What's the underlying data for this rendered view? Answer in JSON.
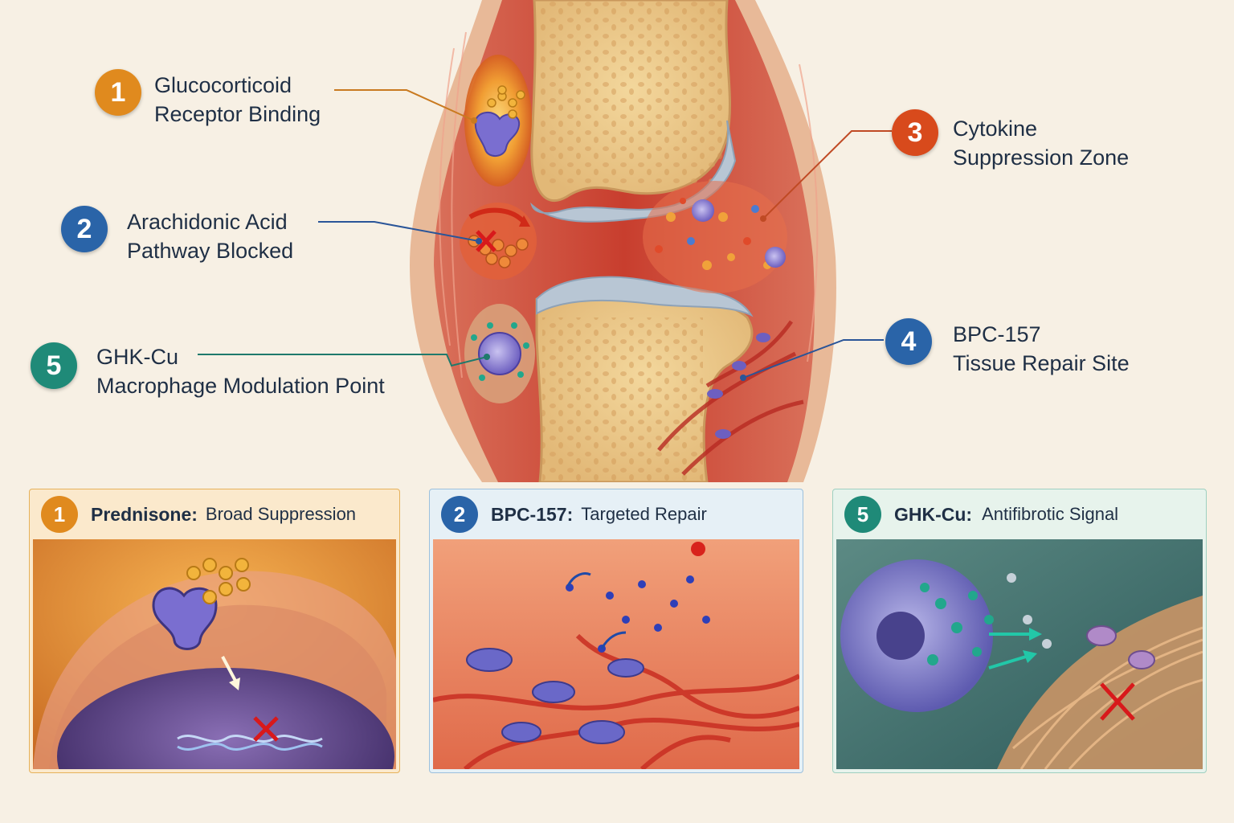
{
  "colors": {
    "orange": "#e08a1e",
    "blue": "#2a64a8",
    "red": "#d84a1c",
    "teal": "#1f8a78",
    "text": "#1f2f45",
    "background": "#f7f0e4"
  },
  "callouts": [
    {
      "number": "1",
      "line1": "Glucocorticoid",
      "line2": "Receptor Binding"
    },
    {
      "number": "2",
      "line1": "Arachidonic Acid",
      "line2": "Pathway Blocked"
    },
    {
      "number": "5",
      "line1": "GHK-Cu",
      "line2": "Macrophage Modulation Point"
    },
    {
      "number": "3",
      "line1": "Cytokine",
      "line2": "Suppression Zone"
    },
    {
      "number": "4",
      "line1": "BPC-157",
      "line2": "Tissue Repair Site"
    }
  ],
  "panels": [
    {
      "number": "1",
      "name": "Prednisone:",
      "desc": "Broad Suppression",
      "image": "receptor-dna-block-illustration"
    },
    {
      "number": "2",
      "name": "BPC-157:",
      "desc": "Targeted Repair",
      "image": "tissue-repair-illustration"
    },
    {
      "number": "5",
      "name": "GHK-Cu:",
      "desc": "Antifibrotic Signal",
      "image": "macrophage-fibrosis-illustration"
    }
  ]
}
